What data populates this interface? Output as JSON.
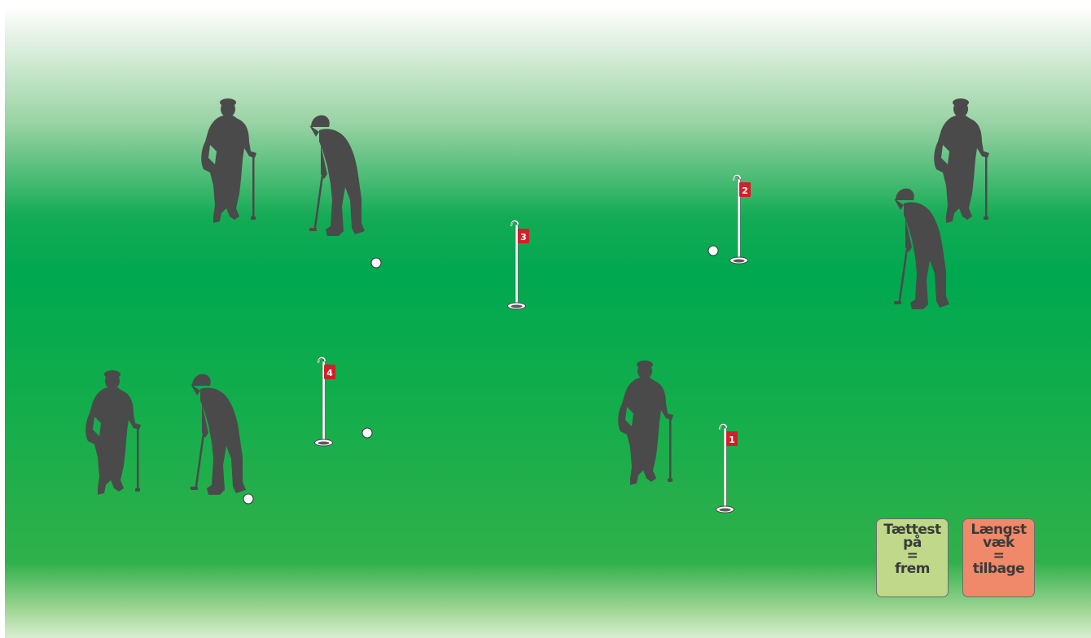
{
  "colors": {
    "green": "#00a850",
    "green_light": "#2fb04a",
    "silhouette": "#4a4a4a",
    "flag": "#d0202a",
    "card_closest": "#bfd88a",
    "card_farthest": "#f0886a"
  },
  "holes": [
    {
      "number": "1"
    },
    {
      "number": "2"
    },
    {
      "number": "3"
    },
    {
      "number": "4"
    }
  ],
  "cards": {
    "closest": {
      "line1": "Tættest",
      "line2": "på",
      "line3": "=",
      "line4": "frem"
    },
    "farthest": {
      "line1": "Længst",
      "line2": "væk",
      "line3": "=",
      "line4": "tilbage"
    }
  }
}
